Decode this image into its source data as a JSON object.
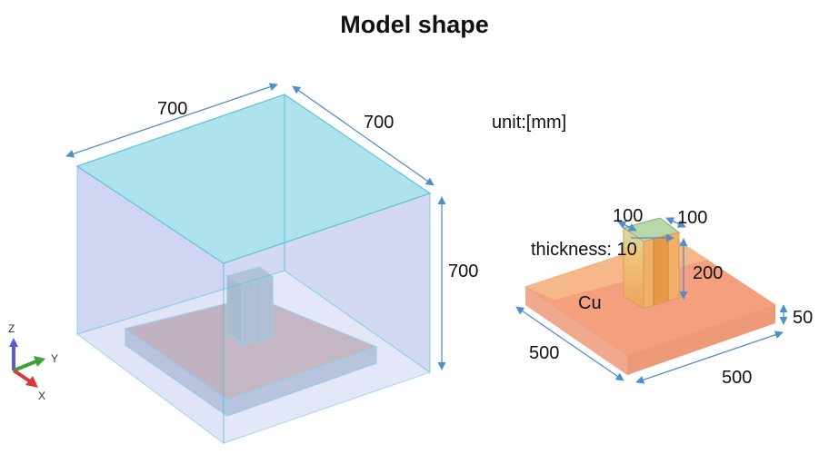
{
  "title": "Model shape",
  "unit_label": "unit:[mm]",
  "left_model": {
    "width_label": "700",
    "depth_label": "700",
    "height_label": "700"
  },
  "right_model": {
    "material_label": "Cu",
    "column_width_label": "100",
    "column_depth_label": "100",
    "thickness_label": "thickness: 10",
    "column_height_label": "200",
    "plate_thickness_label": "50",
    "plate_width_label": "500",
    "plate_depth_label": "500"
  },
  "axes": {
    "z": "Z",
    "y": "Y",
    "x": "X"
  },
  "colors": {
    "air_box_top": "#aee3ee",
    "air_box_side": "#d6dcf2",
    "plate": "#f4a07e",
    "column": "#ecac6a",
    "dimension": "#4f8fc8"
  }
}
